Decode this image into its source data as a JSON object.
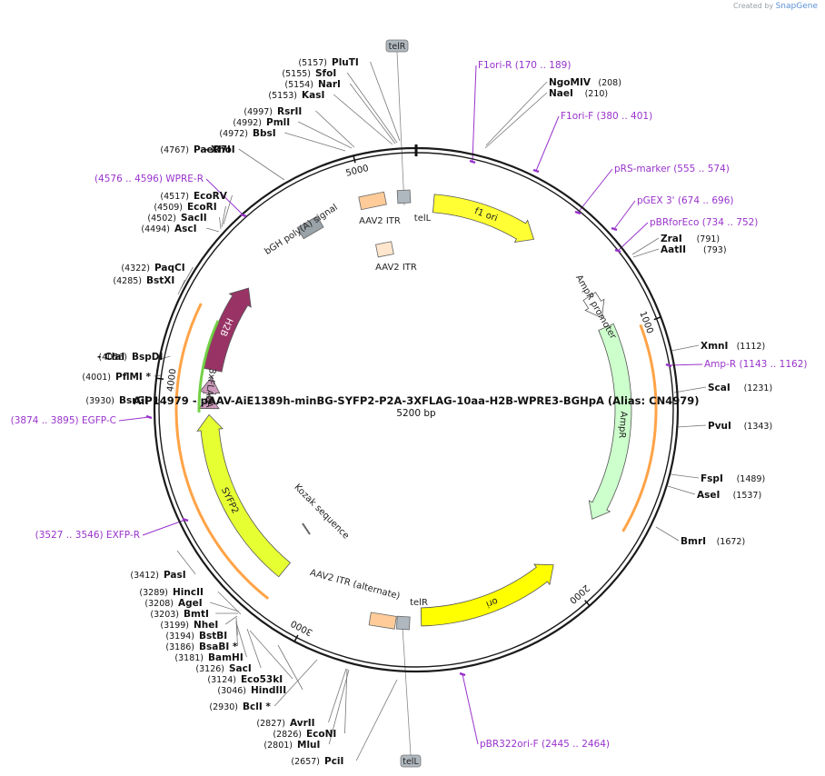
{
  "credit": {
    "prefix": "Created by",
    "brand": "SnapGene"
  },
  "plasmid": {
    "title": "AiP14979 - pAAV-AiE1389h-minBG-SYFP2-P2A-3XFLAG-10aa-H2B-WPRE3-BGHpA (Alias: CN4979)",
    "size_label": "5200 bp",
    "length": 5200
  },
  "ticks": [
    {
      "pos": 1000,
      "label": "1000"
    },
    {
      "pos": 2000,
      "label": "2000"
    },
    {
      "pos": 3000,
      "label": "3000"
    },
    {
      "pos": 4000,
      "label": "4000"
    },
    {
      "pos": 5000,
      "label": "5000"
    }
  ],
  "features": [
    {
      "name": "f1 ori",
      "start": 70,
      "end": 500,
      "radius": 306,
      "width": 20,
      "color": "#ffff33",
      "label": "f1 ori",
      "strand": 1
    },
    {
      "name": "AmpR promoter",
      "start": 820,
      "end": 920,
      "radius": 306,
      "width": 16,
      "color": "#ffffff",
      "label": "AmpR promoter",
      "strand": 1
    },
    {
      "name": "AmpR",
      "start": 960,
      "end": 1760,
      "radius": 306,
      "width": 18,
      "color": "#ccffcc",
      "label": "AmpR",
      "strand": 1
    },
    {
      "name": "ori",
      "start": 2000,
      "end": 2580,
      "radius": 306,
      "width": 20,
      "color": "#ffff00",
      "label": "ori",
      "strand": -1
    },
    {
      "name": "SYFP2",
      "start": 3170,
      "end": 3880,
      "radius": 306,
      "width": 20,
      "color": "#e6ff33",
      "label": "SYFP2",
      "strand": 1
    },
    {
      "name": "2A",
      "start": 3905,
      "end": 3960,
      "radius": 306,
      "width": 14,
      "color": "#cc99bb",
      "label": "2A",
      "strand": 1
    },
    {
      "name": "3xFLAG",
      "start": 3965,
      "end": 4030,
      "radius": 306,
      "width": 14,
      "color": "#cc99bb",
      "label": "3xFLAG",
      "strand": 1
    },
    {
      "name": "H2B",
      "start": 4060,
      "end": 4420,
      "radius": 306,
      "width": 20,
      "color": "#993366",
      "label": "H2B",
      "strand": 1
    },
    {
      "name": "AmpR outer",
      "start": 1000,
      "end": 1740,
      "radius": 334,
      "width": 4,
      "color": "#ff9933",
      "label": "",
      "strand": 1
    },
    {
      "name": "EGFP outer",
      "start": 3150,
      "end": 4280,
      "radius": 334,
      "width": 4,
      "color": "#ff9933",
      "label": "",
      "strand": 1
    },
    {
      "name": "WPRE inner",
      "start": 3890,
      "end": 4250,
      "radius": 319,
      "width": 4,
      "color": "#66cc33",
      "label": "",
      "strand": 1
    }
  ],
  "boxes": [
    {
      "name": "AAV2 ITR",
      "start": 4980,
      "end": 5080,
      "radius": 355,
      "color": "#ffcc99",
      "label": "AAV2 ITR"
    },
    {
      "name": "telL",
      "start": 5130,
      "end": 5175,
      "radius": 355,
      "color": "#b0b8bf",
      "label": "telL"
    },
    {
      "name": "AAV2 ITR inner",
      "start": 5000,
      "end": 5080,
      "radius": 300,
      "color": "#ffe6cc",
      "label": "AAV2 ITR"
    },
    {
      "name": "bGH poly(A) signal",
      "start": 4720,
      "end": 4810,
      "radius": 352,
      "color": "#99a3a8",
      "label": "bGH poly(A) signal"
    },
    {
      "name": "AAV2 ITR (alternate)",
      "start": 2680,
      "end": 2780,
      "radius": 355,
      "color": "#ffcc99",
      "label": "AAV2 ITR (alternate)"
    },
    {
      "name": "telR",
      "start": 2630,
      "end": 2670,
      "radius": 355,
      "color": "#b0b8bf",
      "label": "telR"
    }
  ],
  "kozak": {
    "label": "Kozak sequence"
  },
  "enzymes_right": [
    {
      "name": "NgoMIV",
      "pos": "(208)"
    },
    {
      "name": "NaeI",
      "pos": "(210)"
    },
    {
      "name": "ZraI",
      "pos": "(791)"
    },
    {
      "name": "AatII",
      "pos": "(793)"
    },
    {
      "name": "XmnI",
      "pos": "(1112)"
    },
    {
      "name": "ScaI",
      "pos": "(1231)"
    },
    {
      "name": "PvuI",
      "pos": "(1343)"
    },
    {
      "name": "FspI",
      "pos": "(1489)"
    },
    {
      "name": "AseI",
      "pos": "(1537)"
    },
    {
      "name": "BmrI",
      "pos": "(1672)"
    }
  ],
  "enzymes_left": [
    {
      "name": "PluTI",
      "pos": "(5157)",
      "star": ""
    },
    {
      "name": "SfoI",
      "pos": "(5155)",
      "star": ""
    },
    {
      "name": "NarI",
      "pos": "(5154)",
      "star": ""
    },
    {
      "name": "KasI",
      "pos": "(5153)",
      "star": ""
    },
    {
      "name": "RsrII",
      "pos": "(4997)",
      "star": ""
    },
    {
      "name": "PmlI",
      "pos": "(4992)",
      "star": ""
    },
    {
      "name": "BbsI",
      "pos": "(4972)",
      "star": ""
    },
    {
      "name": "PaeR7I",
      "pos": "(4767)",
      "star": ""
    },
    {
      "name": "EcoRV",
      "pos": "(4517)",
      "star": ""
    },
    {
      "name": "EcoRI",
      "pos": "(4509)",
      "star": ""
    },
    {
      "name": "SacII",
      "pos": "(4502)",
      "star": ""
    },
    {
      "name": "AscI",
      "pos": "(4494)",
      "star": ""
    },
    {
      "name": "PaqCI",
      "pos": "(4322)",
      "star": ""
    },
    {
      "name": "BstXI",
      "pos": "(4285)",
      "star": ""
    },
    {
      "name": "BspDI",
      "pos": "(4056)",
      "star": ""
    },
    {
      "name": "PflMI",
      "pos": "(4001)",
      "star": "*"
    },
    {
      "name": "BsrGI",
      "pos": "(3930)",
      "star": ""
    },
    {
      "name": "PasI",
      "pos": "(3412)",
      "star": ""
    },
    {
      "name": "HincII",
      "pos": "(3289)",
      "star": ""
    },
    {
      "name": "AgeI",
      "pos": "(3208)",
      "star": ""
    },
    {
      "name": "BmtI",
      "pos": "(3203)",
      "star": ""
    },
    {
      "name": "NheI",
      "pos": "(3199)",
      "star": ""
    },
    {
      "name": "BstBI",
      "pos": "(3194)",
      "star": ""
    },
    {
      "name": "BsaBI",
      "pos": "(3186)",
      "star": "*"
    },
    {
      "name": "BamHI",
      "pos": "(3181)",
      "star": ""
    },
    {
      "name": "SacI",
      "pos": "(3126)",
      "star": ""
    },
    {
      "name": "Eco53kI",
      "pos": "(3124)",
      "star": ""
    },
    {
      "name": "HindIII",
      "pos": "(3046)",
      "star": ""
    },
    {
      "name": "BclI",
      "pos": "(2930)",
      "star": "*"
    },
    {
      "name": "AvrII",
      "pos": "(2827)",
      "star": ""
    },
    {
      "name": "EcoNI",
      "pos": "(2826)",
      "star": ""
    },
    {
      "name": "MluI",
      "pos": "(2801)",
      "star": ""
    },
    {
      "name": "PciI",
      "pos": "(2657)",
      "star": ""
    }
  ],
  "enzyme_companions": {
    "XhoI": "- XhoI",
    "ClaI": "- ClaI"
  },
  "primers": [
    {
      "name": "F1ori-R",
      "range": "(170 .. 189)"
    },
    {
      "name": "F1ori-F",
      "range": "(380 .. 401)"
    },
    {
      "name": "pRS-marker",
      "range": "(555 .. 574)"
    },
    {
      "name": "pGEX 3'",
      "range": "(674 .. 696)"
    },
    {
      "name": "pBRforEco",
      "range": "(734 .. 752)"
    },
    {
      "name": "Amp-R",
      "range": "(1143 .. 1162)"
    },
    {
      "name": "pBR322ori-F",
      "range": "(2445 .. 2464)"
    },
    {
      "name": "EXFP-R",
      "range": "(3527 .. 3546)"
    },
    {
      "name": "EGFP-C",
      "range": "(3874 .. 3895)"
    },
    {
      "name": "WPRE-R",
      "range": "(4576 .. 4596)"
    }
  ],
  "tel_tags": {
    "top": "telR",
    "bottom": "telL"
  },
  "colors": {
    "primer": "#9933cc",
    "backbone": "#1a1a1a",
    "orange": "#ff9933"
  }
}
